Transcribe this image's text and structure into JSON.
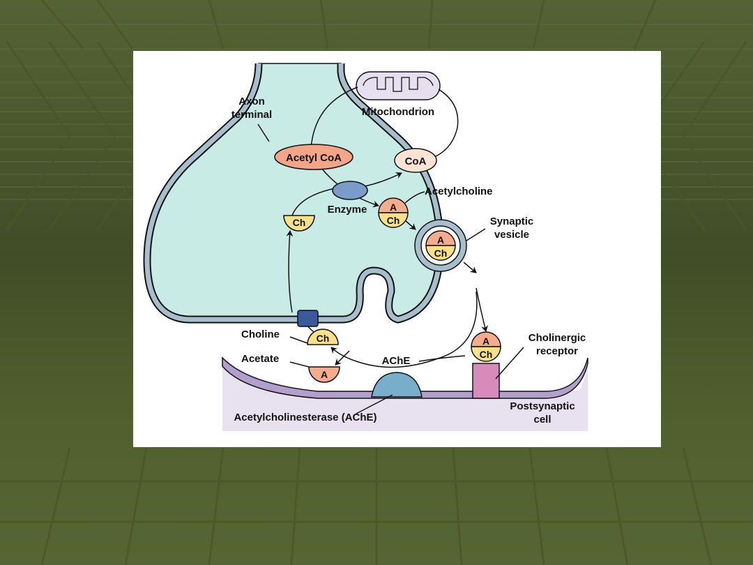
{
  "slide": {
    "background_color": "#52602f",
    "card_color": "#ffffff"
  },
  "diagram": {
    "labels": {
      "axon_terminal": [
        "Axon",
        "terminal"
      ],
      "mitochondrion": "Mitochondrion",
      "acetyl_coa": "Acetyl CoA",
      "coa": "CoA",
      "enzyme": "Enzyme",
      "acetylcholine": "Acetylcholine",
      "synaptic_vesicle": [
        "Synaptic",
        "vesicle"
      ],
      "choline": "Choline",
      "acetate": "Acetate",
      "ache_arrow": "AChE",
      "cholinergic_receptor": [
        "Cholinergic",
        "receptor"
      ],
      "acetylcholinesterase": "Acetylcholinesterase (AChE)",
      "postsynaptic_cell": [
        "Postsynaptic",
        "cell"
      ]
    },
    "molecule_labels": {
      "acetyl": "A",
      "choline": "Ch"
    },
    "colors": {
      "cytoplasm": "#c9ebe6",
      "membrane": "#a7bfcd",
      "acetyl": "#f4ab8e",
      "acetyl_coa": "#f2a587",
      "coa": "#fde3d3",
      "choline": "#fbe08a",
      "enzyme": "#7a9cc9",
      "transporter": "#3a5a9c",
      "mitochondrion": "#e6dff0",
      "postsynaptic": "#e6e0ef",
      "postsynaptic_membrane": "#b2a0cc",
      "ache": "#79aecb",
      "receptor": "#d78bbb"
    }
  }
}
